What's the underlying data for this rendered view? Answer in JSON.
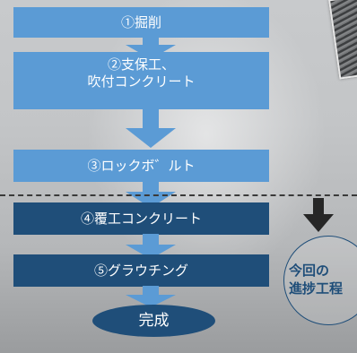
{
  "flow": {
    "steps": [
      {
        "label": "①掘削"
      },
      {
        "line1": "②支保工、",
        "line2": "吹付コンクリート"
      },
      {
        "label": "③ロックボ゛ルト"
      },
      {
        "label": "④覆工コンクリート"
      },
      {
        "label": "⑤グラウチング"
      }
    ],
    "final": "完成"
  },
  "legend": {
    "line1": "今回の",
    "line2": "進捗工程"
  },
  "colors": {
    "light_step": "#5b9bd5",
    "dark_step": "#1f4e79",
    "legend_text": "#1f4e79",
    "dashed_line": "#3a3a3a"
  },
  "icons": [
    "down-arrow-icon",
    "photo-thumbnail"
  ]
}
